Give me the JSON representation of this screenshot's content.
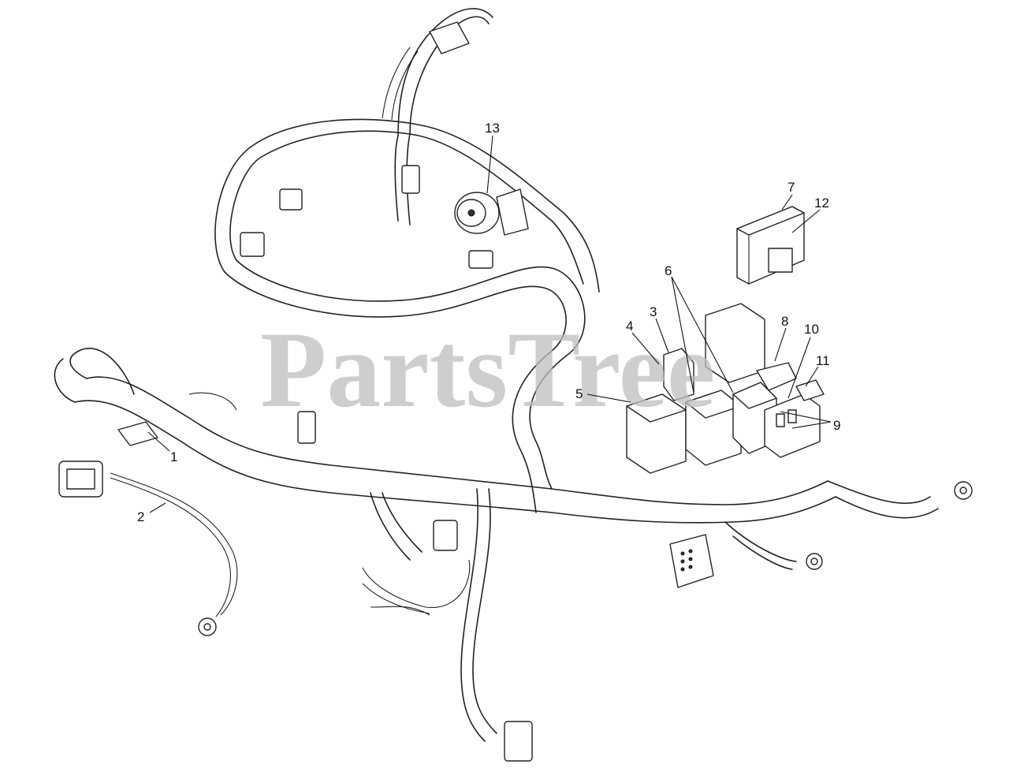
{
  "watermark": {
    "text": "PartsTree"
  },
  "callouts": [
    {
      "id": "1",
      "label": "1"
    },
    {
      "id": "2",
      "label": "2"
    },
    {
      "id": "3",
      "label": "3"
    },
    {
      "id": "4",
      "label": "4"
    },
    {
      "id": "5",
      "label": "5"
    },
    {
      "id": "6",
      "label": "6"
    },
    {
      "id": "7",
      "label": "7"
    },
    {
      "id": "8",
      "label": "8"
    },
    {
      "id": "9",
      "label": "9"
    },
    {
      "id": "10",
      "label": "10"
    },
    {
      "id": "11",
      "label": "11"
    },
    {
      "id": "12",
      "label": "12"
    },
    {
      "id": "13",
      "label": "13"
    }
  ]
}
